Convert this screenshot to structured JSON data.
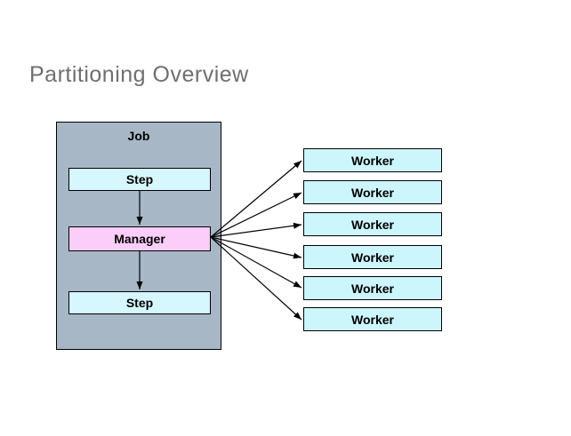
{
  "title": "Partitioning Overview",
  "job": {
    "label": "Job",
    "steps": [
      {
        "label": "Step"
      },
      {
        "label": "Step"
      }
    ],
    "manager": {
      "label": "Manager"
    }
  },
  "workers": [
    {
      "label": "Worker"
    },
    {
      "label": "Worker"
    },
    {
      "label": "Worker"
    },
    {
      "label": "Worker"
    },
    {
      "label": "Worker"
    },
    {
      "label": "Worker"
    }
  ],
  "colors": {
    "background": "#ffffff",
    "title_text": "#6f6f6f",
    "job_fill": "#a7b7c6",
    "step_fill": "#d6f7fd",
    "manager_fill": "#fbcdf9",
    "worker_fill": "#cdf5fc",
    "border": "#000000",
    "arrow": "#000000"
  }
}
